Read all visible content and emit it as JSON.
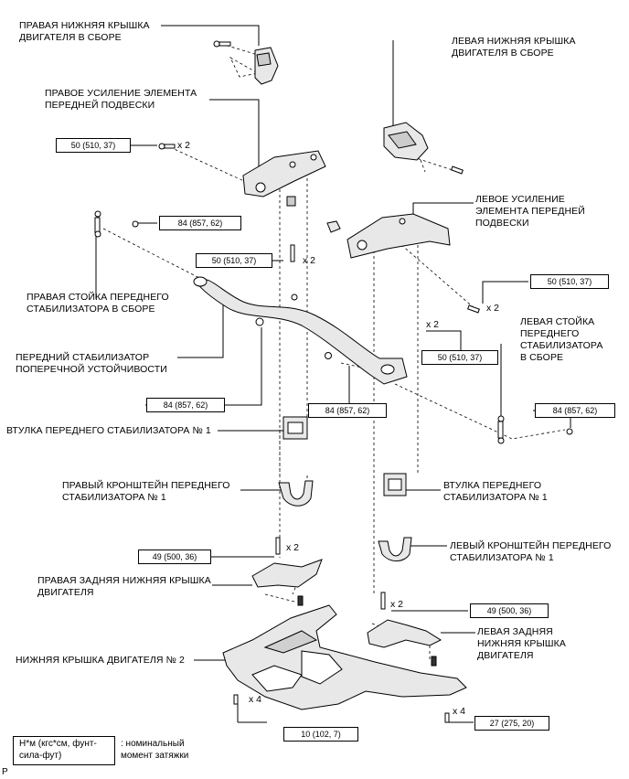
{
  "labels": {
    "right_lower_cover": "ПРАВАЯ НИЖНЯЯ КРЫШКА\nДВИГАТЕЛЯ В СБОРЕ",
    "left_lower_cover": "ЛЕВАЯ НИЖНЯЯ КРЫШКА\nДВИГАТЕЛЯ В СБОРЕ",
    "right_reinforcement": "ПРАВОЕ УСИЛЕНИЕ ЭЛЕМЕНТА\nПЕРЕДНЕЙ ПОДВЕСКИ",
    "left_reinforcement": "ЛЕВОЕ УСИЛЕНИЕ\nЭЛЕМЕНТА ПЕРЕДНЕЙ\nПОДВЕСКИ",
    "right_link": "ПРАВАЯ СТОЙКА ПЕРЕДНЕГО\nСТАБИЛИЗАТОРА В СБОРЕ",
    "left_link": "ЛЕВАЯ СТОЙКА\nПЕРЕДНЕГО\nСТАБИЛИЗАТОРА\nВ СБОРЕ",
    "stabilizer_bar": "ПЕРЕДНИЙ СТАБИЛИЗАТОР\nПОПЕРЕЧНОЙ УСТОЙЧИВОСТИ",
    "bushing_right": "ВТУЛКА ПЕРЕДНЕГО СТАБИЛИЗАТОРА № 1",
    "right_bracket": "ПРАВЫЙ КРОНШТЕЙН ПЕРЕДНЕГО\nСТАБИЛИЗАТОРА № 1",
    "bushing_left": "ВТУЛКА ПЕРЕДНЕГО\nСТАБИЛИЗАТОРА № 1",
    "left_bracket": "ЛЕВЫЙ КРОНШТЕЙН ПЕРЕДНЕГО\nСТАБИЛИЗАТОРА № 1",
    "right_rear_cover": "ПРАВАЯ ЗАДНЯЯ НИЖНЯЯ КРЫШКА\nДВИГАТЕЛЯ",
    "left_rear_cover": "ЛЕВАЯ ЗАДНЯЯ\nНИЖНЯЯ КРЫШКА\nДВИГАТЕЛЯ",
    "engine_cover_2": "НИЖНЯЯ КРЫШКА ДВИГАТЕЛЯ № 2"
  },
  "torques": {
    "t_reinf_right": "50 (510, 37)",
    "t_link_right": "84 (857, 62)",
    "t_bracket_center": "50 (510, 37)",
    "t_reinf_left": "50 (510, 37)",
    "t_bracket_left": "50 (510, 37)",
    "t_bar_right": "84 (857, 62)",
    "t_bar_left": "84 (857, 62)",
    "t_link_left": "84 (857, 62)",
    "t_rear_right": "49 (500, 36)",
    "t_rear_left": "49 (500, 36)",
    "t_cover_front": "10 (102, 7)",
    "t_cover_rear": "27 (275, 20)"
  },
  "multipliers": {
    "m_reinf_right": "x 2",
    "m_bracket_center": "x 2",
    "m_reinf_left": "x 2",
    "m_bracket_left": "x 2",
    "m_rear_right": "x 2",
    "m_rear_left": "x 2",
    "m_cover_front": "x 4",
    "m_cover_rear": "x 4"
  },
  "legend": {
    "unit": "Н*м (кгс*см, фунт-\nсила-фут)",
    "description": ": номинальный\nмомент затяжки"
  },
  "page_mark": "P"
}
